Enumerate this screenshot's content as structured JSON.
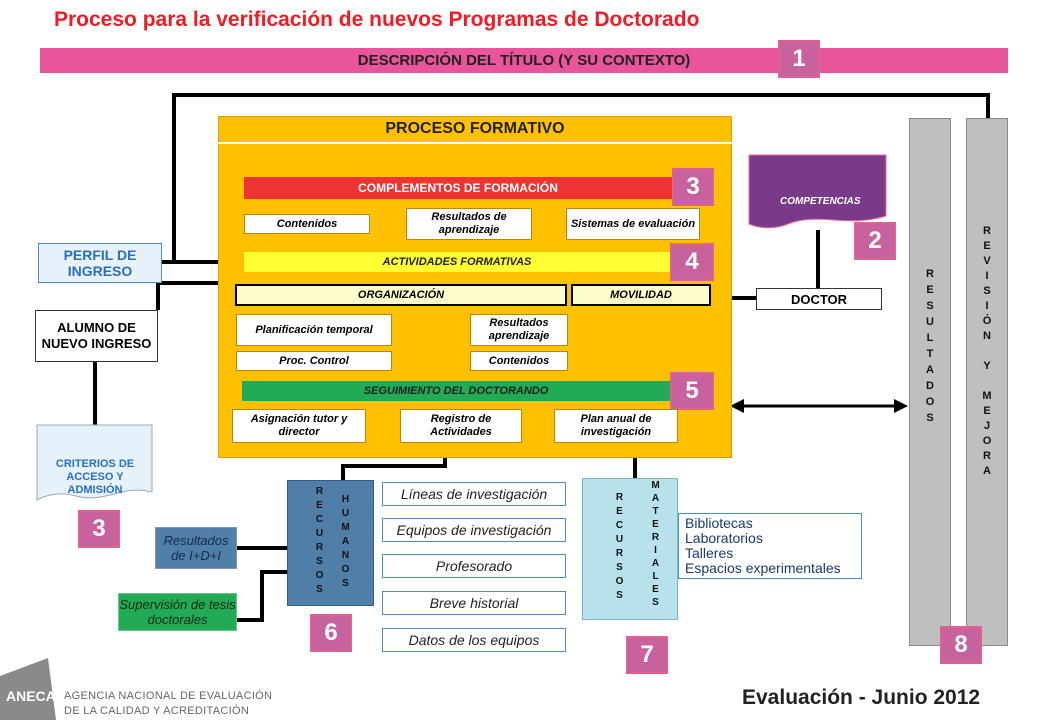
{
  "title": "Proceso para la verificación de nuevos Programas  de Doctorado",
  "banner": {
    "label": "DESCRIPCIÓN DEL TÍTULO (Y SU CONTEXTO)",
    "num": "1"
  },
  "proceso": {
    "header": "PROCESO FORMATIVO",
    "complementos": {
      "label": "COMPLEMENTOS DE FORMACIÓN",
      "num": "3"
    },
    "comp_items": [
      "Contenidos",
      "Resultados de aprendizaje",
      "Sistemas de evaluación"
    ],
    "actividades": {
      "label": "ACTIVIDADES FORMATIVAS",
      "num": "4"
    },
    "organizacion": "ORGANIZACIÓN",
    "movilidad": "MOVILIDAD",
    "org_items": [
      "Planificación temporal",
      "Resultados aprendizaje",
      "Proc. Control",
      "Contenidos"
    ],
    "seguimiento": {
      "label": "SEGUIMIENTO DEL DOCTORANDO",
      "num": "5"
    },
    "seg_items": [
      "Asignación tutor y director",
      "Registro de Actividades",
      "Plan anual de investigación"
    ]
  },
  "competencias": {
    "label": "COMPETENCIAS",
    "num": "2"
  },
  "doctor": "DOCTOR",
  "perfil": "PERFIL DE INGRESO",
  "alumno": "ALUMNO DE NUEVO INGRESO",
  "criterios": {
    "label": "CRITERIOS DE ACCESO Y ADMISIÓN",
    "num": "3"
  },
  "rrhh": {
    "col1": "RECURSOS",
    "col2": "HUMANOS",
    "num": "6",
    "items": [
      "Líneas de investigación",
      "Equipos de investigación",
      "Profesorado",
      "Breve historial",
      "Datos de los equipos"
    ],
    "resultados": "Resultados de I+D+I",
    "supervision": "Supervisión de tesis doctorales"
  },
  "rrmm": {
    "col1": "RECURSOS",
    "col2": "MATERIALES",
    "num": "7",
    "items": [
      "Bibliotecas",
      "Laboratorios",
      "Talleres",
      "Espacios experimentales"
    ]
  },
  "resultados_bar": "RESULTADOS",
  "revision_bar": "REVISIÓN Y MEJORA",
  "bars_num": "8",
  "footer": {
    "logo": "ANECA",
    "agency_line1": "AGENCIA NACIONAL DE EVALUACIÓN",
    "agency_line2": "DE LA CALIDAD Y ACREDITACIÓN",
    "evaluacion": "Evaluación - Junio 2012"
  },
  "colors": {
    "pink": "#e8559a",
    "orange": "#ffc000",
    "red": "#ee3333",
    "yellow": "#ffff33",
    "green": "#22aa55",
    "purple": "#7a3a8a",
    "gray": "#bfbfbf",
    "steel": "#4f7fa8",
    "lightblue": "#b7e2ec"
  }
}
